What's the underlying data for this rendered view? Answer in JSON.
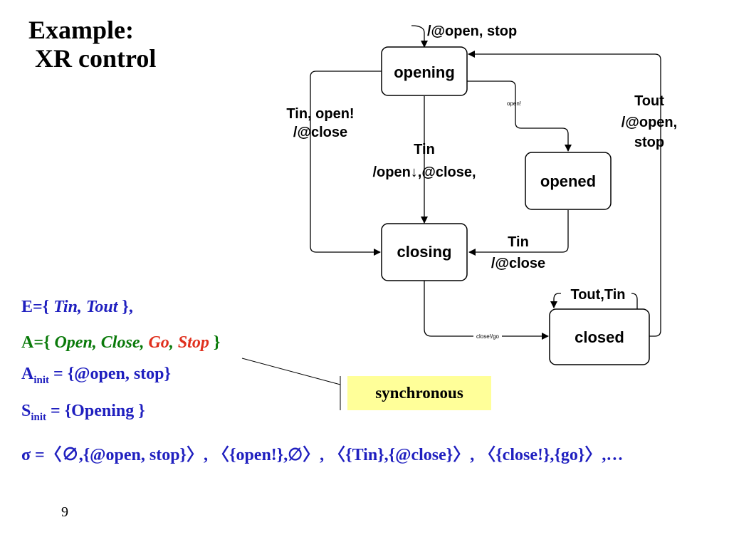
{
  "title": {
    "line1": "Example:",
    "line2": " XR control"
  },
  "states": {
    "opening": "opening",
    "opened": "opened",
    "closing": "closing",
    "closed": "closed"
  },
  "edges": {
    "init": "/@open, stop",
    "tin_open_l1": "Tin, open!",
    "tin_open_l2": "/@close",
    "tin_down_l1": "Tin",
    "tin_down_l2": "/open↓,@close,",
    "open_small": "open!",
    "tout_l1": "Tout",
    "tout_l2": "/@open,",
    "tout_l3": "stop",
    "tin_close_l1": "Tin",
    "tin_close_l2": "/@close",
    "tout_tin": "Tout,Tin",
    "close_go": "close!/go"
  },
  "equations": {
    "e_prefix": "E={ ",
    "e_items": "Tin, Tout",
    "e_suffix": " },",
    "a_prefix": "A={ ",
    "a_open_close": "Open, Close, ",
    "a_go": "Go",
    "a_comma": ", ",
    "a_stop": "Stop",
    "a_suffix": " }",
    "ainit_a": "A",
    "ainit_sub": "init",
    "ainit_rest": " = {@open, stop}",
    "sinit_s": "S",
    "sinit_sub": "init",
    "sinit_rest": " = {Opening }",
    "sigma": "σ =〈∅,{@open, stop}〉, 〈{open!},∅〉, 〈{Tin},{@close}〉, 〈{close!},{go}〉,…"
  },
  "callout": "synchronous",
  "page_number": "9"
}
